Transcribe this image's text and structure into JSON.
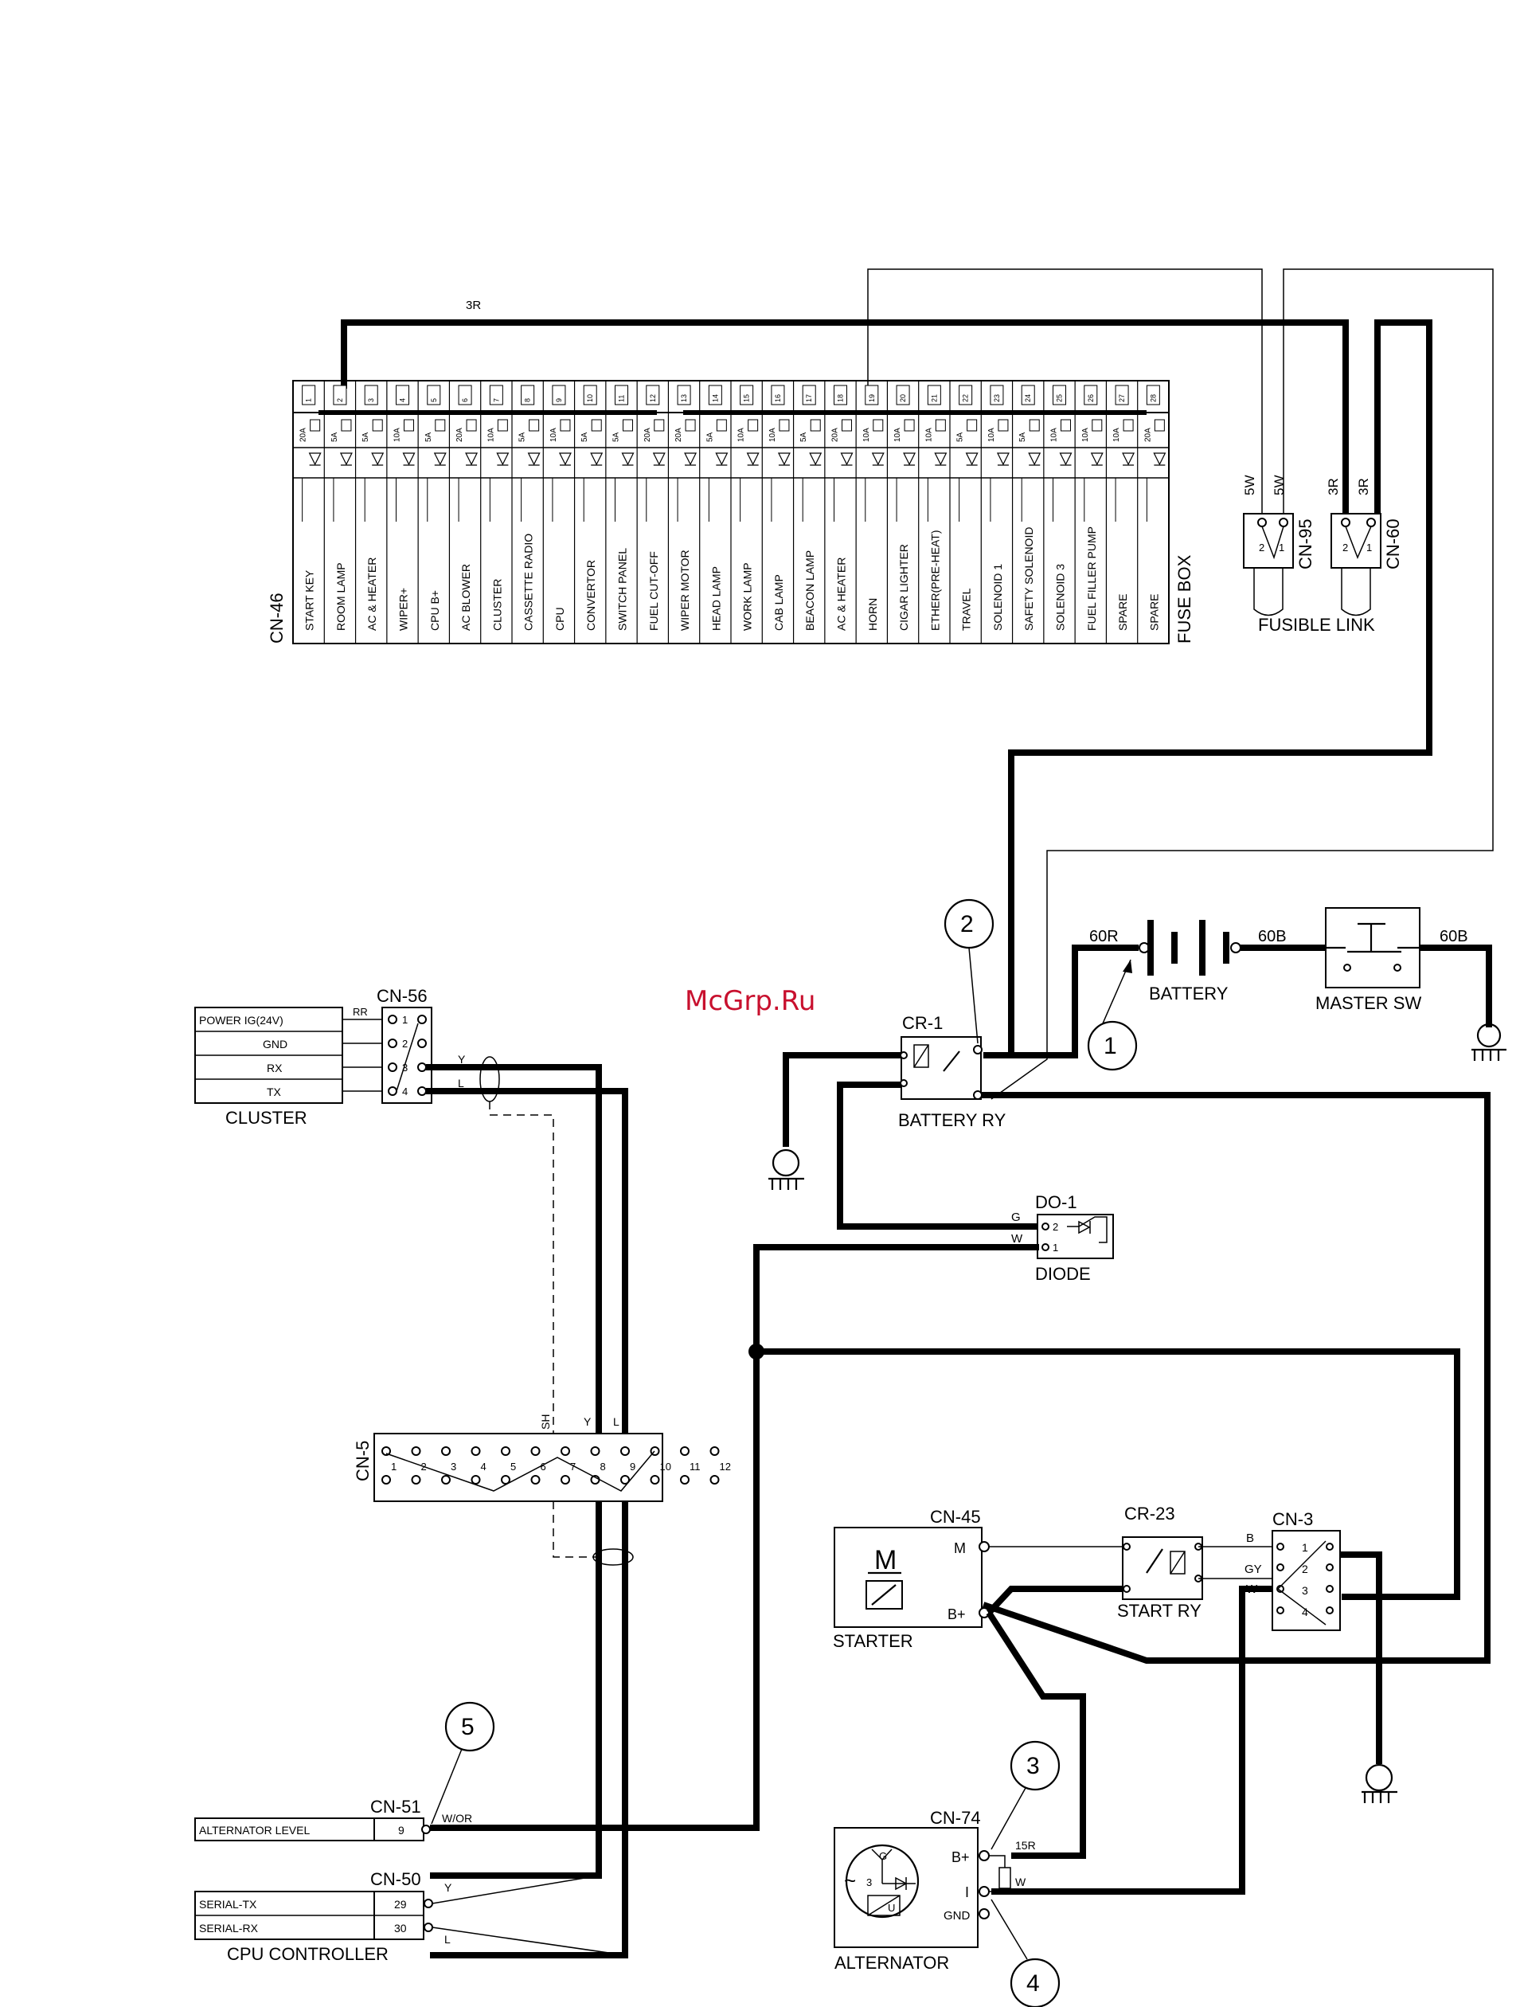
{
  "watermark": "McGrp.Ru",
  "wire_3R_top": "3R",
  "fusebox": {
    "connector": "CN-46",
    "title": "FUSE BOX",
    "fuses": [
      {
        "no": "1",
        "rating": "20A",
        "label": "START KEY"
      },
      {
        "no": "2",
        "rating": "5A",
        "label": "ROOM LAMP"
      },
      {
        "no": "3",
        "rating": "5A",
        "label": "AC & HEATER"
      },
      {
        "no": "4",
        "rating": "10A",
        "label": "WIPER+"
      },
      {
        "no": "5",
        "rating": "5A",
        "label": "CPU B+"
      },
      {
        "no": "6",
        "rating": "20A",
        "label": "AC BLOWER"
      },
      {
        "no": "7",
        "rating": "10A",
        "label": "CLUSTER"
      },
      {
        "no": "8",
        "rating": "5A",
        "label": "CASSETTE RADIO"
      },
      {
        "no": "9",
        "rating": "10A",
        "label": "CPU"
      },
      {
        "no": "10",
        "rating": "5A",
        "label": "CONVERTOR"
      },
      {
        "no": "11",
        "rating": "5A",
        "label": "SWITCH PANEL"
      },
      {
        "no": "12",
        "rating": "20A",
        "label": "FUEL CUT-OFF"
      },
      {
        "no": "13",
        "rating": "20A",
        "label": "WIPER MOTOR"
      },
      {
        "no": "14",
        "rating": "5A",
        "label": "HEAD LAMP"
      },
      {
        "no": "15",
        "rating": "10A",
        "label": "WORK LAMP"
      },
      {
        "no": "16",
        "rating": "10A",
        "label": "CAB LAMP"
      },
      {
        "no": "17",
        "rating": "5A",
        "label": "BEACON LAMP"
      },
      {
        "no": "18",
        "rating": "20A",
        "label": "AC & HEATER"
      },
      {
        "no": "19",
        "rating": "10A",
        "label": "HORN"
      },
      {
        "no": "20",
        "rating": "10A",
        "label": "CIGAR LIGHTER"
      },
      {
        "no": "21",
        "rating": "10A",
        "label": "ETHER(PRE-HEAT)"
      },
      {
        "no": "22",
        "rating": "5A",
        "label": "TRAVEL"
      },
      {
        "no": "23",
        "rating": "10A",
        "label": "SOLENOID 1"
      },
      {
        "no": "24",
        "rating": "5A",
        "label": "SAFETY SOLENOID"
      },
      {
        "no": "25",
        "rating": "10A",
        "label": "SOLENOID 3"
      },
      {
        "no": "26",
        "rating": "10A",
        "label": "FUEL FILLER PUMP"
      },
      {
        "no": "27",
        "rating": "10A",
        "label": "SPARE"
      },
      {
        "no": "28",
        "rating": "20A",
        "label": "SPARE"
      }
    ]
  },
  "fusible_link": {
    "title": "FUSIBLE LINK",
    "cn95": "CN-95",
    "cn60": "CN-60",
    "wire_5w_a": "5W",
    "wire_5w_b": "5W",
    "wire_3r_a": "3R",
    "wire_3r_b": "3R",
    "pin2": "2",
    "pin1": "1"
  },
  "battery": {
    "title": "BATTERY",
    "wire_left": "60R",
    "wire_right": "60B"
  },
  "master_sw": {
    "title": "MASTER SW",
    "wire_right": "60B"
  },
  "battery_ry": {
    "connector": "CR-1",
    "title": "BATTERY RY"
  },
  "diode": {
    "connector": "DO-1",
    "title": "DIODE",
    "pin2": "2",
    "pin1": "1",
    "wire_g": "G",
    "wire_w": "W"
  },
  "cluster": {
    "title": "CLUSTER",
    "connector": "CN-56",
    "rows": [
      {
        "label": "POWER IG(24V)",
        "wire": "RR",
        "pin": "1"
      },
      {
        "label": "GND",
        "wire": "",
        "pin": "2"
      },
      {
        "label": "RX",
        "wire": "Y",
        "pin": "3"
      },
      {
        "label": "TX",
        "wire": "L",
        "pin": "4"
      }
    ]
  },
  "cn5": {
    "connector": "CN-5",
    "top_pins": [
      "1",
      "2",
      "3",
      "4",
      "5",
      "6",
      "7",
      "8",
      "9",
      "10",
      "11",
      "12"
    ],
    "wire_sh": "SH",
    "wire_y": "Y",
    "wire_l": "L"
  },
  "starter": {
    "title": "STARTER",
    "connector": "CN-45",
    "symbol": "M",
    "term_m": "M",
    "term_b": "B+"
  },
  "start_ry": {
    "title": "START RY",
    "connector": "CR-23"
  },
  "cn3": {
    "connector": "CN-3",
    "pins": [
      "1",
      "2",
      "3",
      "4"
    ],
    "wire_b": "B",
    "wire_gy": "GY",
    "wire_w": "W"
  },
  "cn51": {
    "connector": "CN-51",
    "label": "ALTERNATOR LEVEL",
    "pin": "9",
    "wire": "W/OR"
  },
  "cn50": {
    "connector": "CN-50",
    "title": "CPU CONTROLLER",
    "rows": [
      {
        "label": "SERIAL-TX",
        "pin": "29",
        "wire": "Y"
      },
      {
        "label": "SERIAL-RX",
        "pin": "30",
        "wire": "L"
      }
    ]
  },
  "alternator": {
    "title": "ALTERNATOR",
    "connector": "CN-74",
    "term_b": "B+",
    "term_i": "I",
    "term_gnd": "GND",
    "wire_15r": "15R",
    "wire_w": "W",
    "sym_tilde": "~",
    "sym_g": "G",
    "sym_3": "3",
    "sym_u": "U"
  },
  "callouts": [
    "1",
    "2",
    "3",
    "4",
    "5"
  ]
}
